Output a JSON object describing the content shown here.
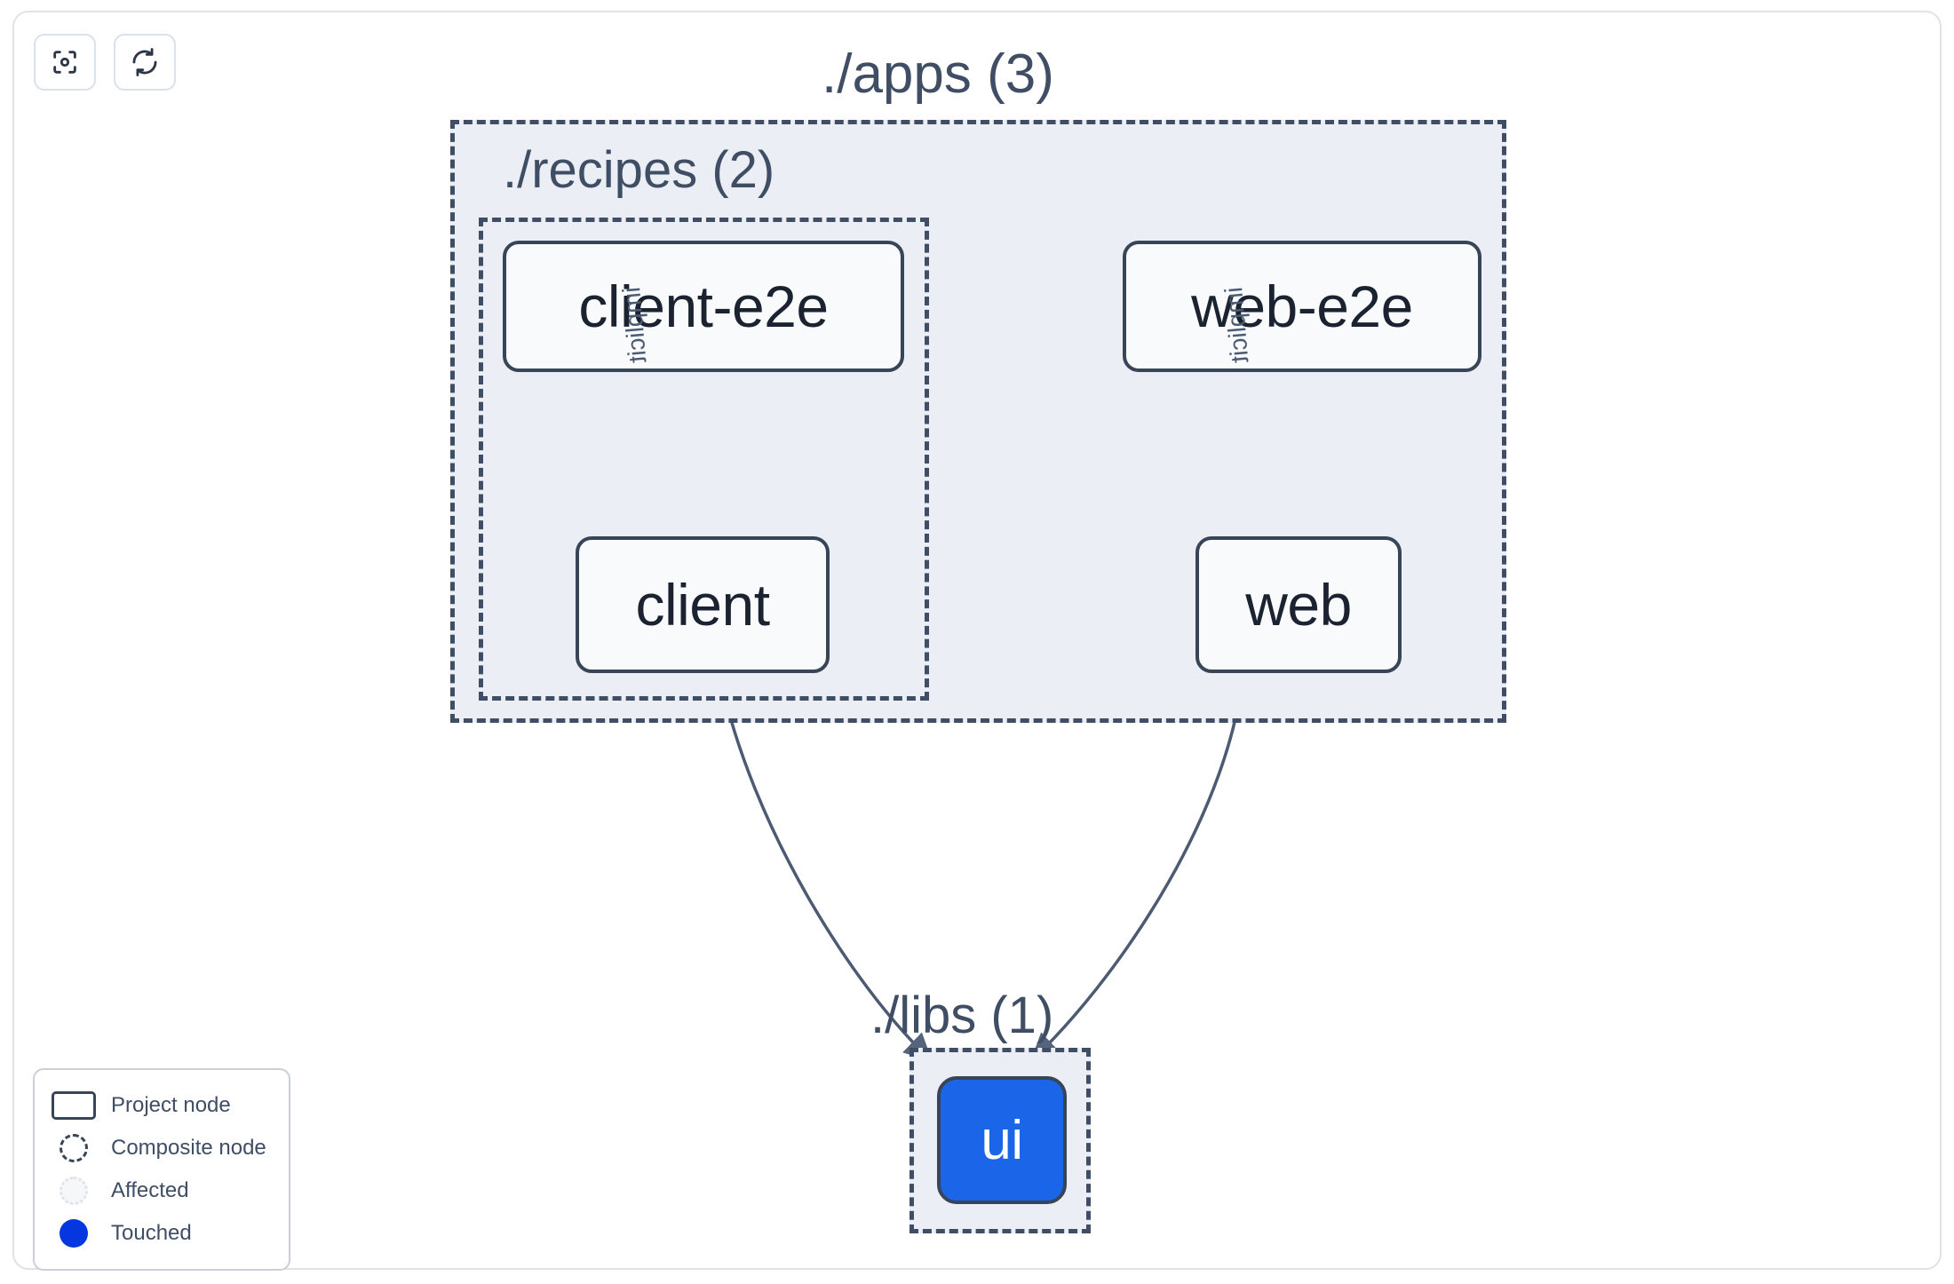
{
  "toolbar": {
    "buttons": [
      {
        "name": "focus-graph-button",
        "icon": "focus-target-icon",
        "label": ""
      },
      {
        "name": "refresh-graph-button",
        "icon": "refresh-icon",
        "label": ""
      }
    ]
  },
  "graph": {
    "groups": [
      {
        "id": "apps",
        "label": "./apps (3)",
        "count": 3
      },
      {
        "id": "recipes",
        "label": "./recipes (2)",
        "count": 2
      },
      {
        "id": "libs",
        "label": "./libs (1)",
        "count": 1
      }
    ],
    "nodes": [
      {
        "id": "client-e2e",
        "label": "client-e2e",
        "state": "normal",
        "group": "recipes"
      },
      {
        "id": "web-e2e",
        "label": "web-e2e",
        "state": "normal",
        "group": "apps"
      },
      {
        "id": "client",
        "label": "client",
        "state": "normal",
        "group": "recipes"
      },
      {
        "id": "web",
        "label": "web",
        "state": "normal",
        "group": "apps"
      },
      {
        "id": "ui",
        "label": "ui",
        "state": "touched",
        "group": "libs"
      }
    ],
    "edges": [
      {
        "from": "client-e2e",
        "to": "client",
        "label": "implicit"
      },
      {
        "from": "web-e2e",
        "to": "web",
        "label": "implicit"
      },
      {
        "from": "client",
        "to": "ui",
        "label": ""
      },
      {
        "from": "web",
        "to": "ui",
        "label": ""
      }
    ]
  },
  "legend": {
    "items": [
      {
        "swatch": "project-node-swatch",
        "label": "Project node"
      },
      {
        "swatch": "composite-node-swatch",
        "label": "Composite node"
      },
      {
        "swatch": "affected-swatch",
        "label": "Affected"
      },
      {
        "swatch": "touched-swatch",
        "label": "Touched"
      }
    ]
  },
  "colors": {
    "touched": "#0437e0",
    "node_fill": "#f8fafc",
    "node_border": "#384557",
    "group_fill": "#ebeff5",
    "group_border": "#3f4e64",
    "edge": "#4c5a72",
    "ui_node_fill": "#1b66e8",
    "canvas": "#ffffff"
  }
}
